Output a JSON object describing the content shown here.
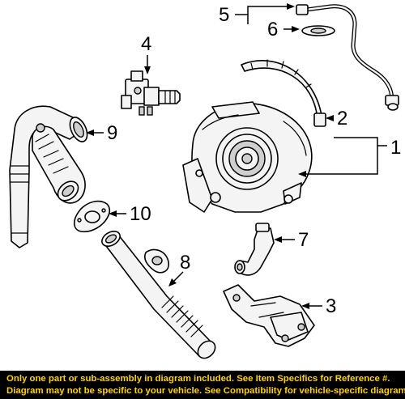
{
  "callouts": {
    "c1": "1",
    "c2": "2",
    "c3": "3",
    "c4": "4",
    "c5": "5",
    "c6": "6",
    "c7": "7",
    "c8": "8",
    "c9": "9",
    "c10": "10"
  },
  "disclaimer": {
    "line1": "Only one part or sub-assembly in diagram included. See Item Specifics for Reference #.",
    "line2": "Diagram may not be specific to your vehicle. See Compatibility for vehicle-specific diagrams."
  },
  "colors": {
    "banner_background": "#000000",
    "banner_text": "#ffd200"
  }
}
